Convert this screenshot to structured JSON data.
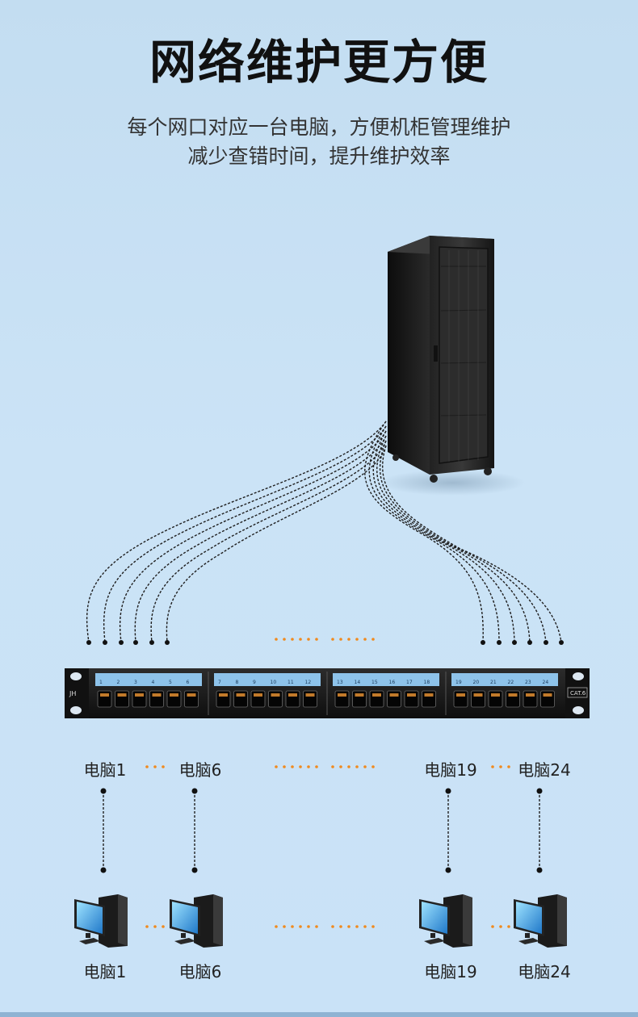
{
  "heading": "网络维护更方便",
  "subtitle_lines": [
    "每个网口对应一台电脑，方便机柜管理维护",
    "减少查错时间，提升维护效率"
  ],
  "patch_panel": {
    "brand": "JH",
    "category_badge": "CAT.6",
    "port_numbers": [
      "1",
      "2",
      "3",
      "4",
      "5",
      "6",
      "7",
      "8",
      "9",
      "10",
      "11",
      "12",
      "13",
      "14",
      "15",
      "16",
      "17",
      "18",
      "19",
      "20",
      "21",
      "22",
      "23",
      "24"
    ]
  },
  "port_labels": {
    "first": "电脑1",
    "sixth": "电脑6",
    "nineteenth": "电脑19",
    "twentyfourth": "电脑24"
  },
  "computer_labels": {
    "first": "电脑1",
    "sixth": "电脑6",
    "nineteenth": "电脑19",
    "twentyfourth": "电脑24"
  },
  "colors": {
    "accent_dots": "#f08a1e",
    "rack_body": "#1a1a1a",
    "port_label_strip": "#8ec3ea"
  }
}
